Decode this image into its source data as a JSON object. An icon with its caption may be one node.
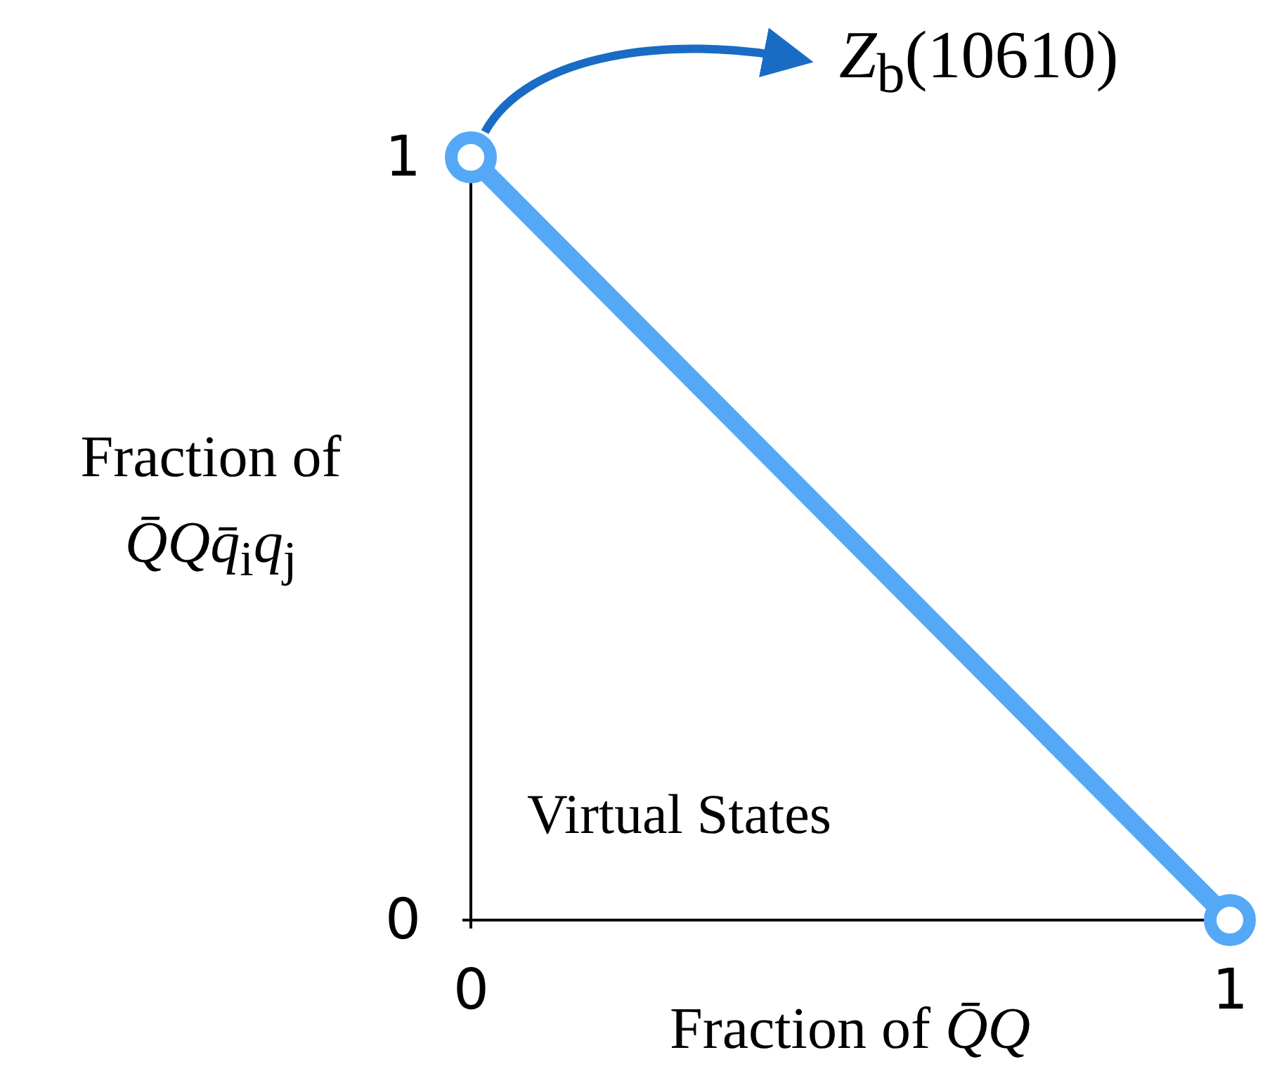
{
  "diagram": {
    "chart_data": {
      "type": "line",
      "xlabel": "Fraction of *Q̄Q*",
      "ylabel": "Fraction of *Q̄Qq̄*$_{i}$*q*$_{j}$",
      "x": [
        0,
        1
      ],
      "series": [
        {
          "color": "#55a8f5",
          "marker": "circle",
          "values": [
            1,
            0
          ]
        }
      ],
      "xlim": [
        0,
        1
      ],
      "ylim": [
        0,
        1
      ],
      "xticks": [
        0,
        1
      ],
      "yticks": [
        0,
        1
      ],
      "annotations": [
        "*Z*$_{b}$(10610)",
        "Virtual States"
      ]
    }
  }
}
